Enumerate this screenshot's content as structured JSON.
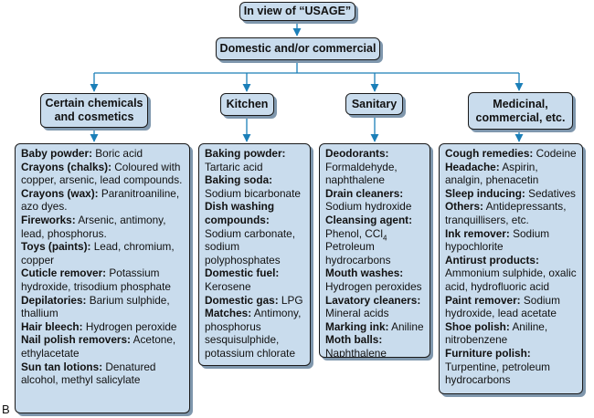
{
  "root": {
    "label": "In view of “USAGE”"
  },
  "level2": {
    "label": "Domestic and/or commercial"
  },
  "categories": [
    {
      "id": "chem",
      "label": "Certain chemicals and cosmetics"
    },
    {
      "id": "kitchen",
      "label": "Kitchen"
    },
    {
      "id": "sanitary",
      "label": "Sanitary"
    },
    {
      "id": "medicinal",
      "label": "Medicinal, commercial, etc."
    }
  ],
  "lists": {
    "chem": [
      {
        "label": "Baby powder:",
        "value": "Boric acid"
      },
      {
        "label": "Crayons (chalks):",
        "value": "Coloured with copper, arsenic, lead compounds."
      },
      {
        "label": "Crayons (wax):",
        "value": "Paranitroaniline, azo dyes."
      },
      {
        "label": "Fireworks:",
        "value": "Arsenic, antimony, lead, phosphorus."
      },
      {
        "label": "Toys (paints):",
        "value": "Lead, chromium, copper"
      },
      {
        "label": "Cuticle remover:",
        "value": "Potassium hydroxide, trisodium phosphate"
      },
      {
        "label": "Depilatories:",
        "value": "Barium sulphide, thallium"
      },
      {
        "label": "Hair bleech:",
        "value": "Hydrogen peroxide"
      },
      {
        "label": "Nail polish removers:",
        "value": "Acetone, ethylacetate"
      },
      {
        "label": "Sun tan lotions:",
        "value": "Denatured alcohol, methyl salicylate"
      }
    ],
    "kitchen": [
      {
        "label": "Baking powder:",
        "value": "Tartaric acid"
      },
      {
        "label": "Baking soda:",
        "value": "Sodium bicarbonate"
      },
      {
        "label": "Dish washing compounds:",
        "value": "Sodium carbonate, sodium polyphosphates"
      },
      {
        "label": "Domestic fuel:",
        "value": "Kerosene"
      },
      {
        "label": "Domestic gas:",
        "value": "LPG"
      },
      {
        "label": "Matches:",
        "value": "Antimony, phosphorus sesquisulphide, potassium chlorate"
      }
    ],
    "sanitary": [
      {
        "label": "Deodorants:",
        "value": "Formaldehyde, naphthalene"
      },
      {
        "label": "Drain cleaners:",
        "value": "Sodium hydroxide"
      },
      {
        "label": "Cleansing agent:",
        "value": "Phenol, CCl",
        "sub": "4",
        "after": " Petroleum hydrocarbons"
      },
      {
        "label": "Mouth washes:",
        "value": "Hydrogen peroxides"
      },
      {
        "label": "Lavatory cleaners:",
        "value": "Mineral acids"
      },
      {
        "label": "Marking ink:",
        "value": "Aniline"
      },
      {
        "label": "Moth balls:",
        "value": "Naphthalene"
      }
    ],
    "medicinal": [
      {
        "label": "Cough remedies:",
        "value": "Codeine"
      },
      {
        "label": "Headache:",
        "value": "Aspirin, analgin, phenacetin"
      },
      {
        "label": "Sleep inducing:",
        "value": "Sedatives"
      },
      {
        "label": "Others:",
        "value": "Antidepressants, tranquillisers, etc."
      },
      {
        "label": "Ink remover:",
        "value": "Sodium hypochlorite"
      },
      {
        "label": "Antirust products:",
        "value": "Ammonium sulphide, oxalic acid, hydrofluoric acid"
      },
      {
        "label": "Paint remover:",
        "value": "Sodium hydroxide, lead acetate"
      },
      {
        "label": "Shoe polish:",
        "value": "Aniline, nitrobenzene"
      },
      {
        "label": "Furniture polish:",
        "value": "Turpentine, petroleum hydrocarbons"
      }
    ]
  },
  "panel_label": "B",
  "colors": {
    "box_fill": "#c9dced",
    "connector": "#1b7fb8",
    "border": "#1a1a1a"
  }
}
